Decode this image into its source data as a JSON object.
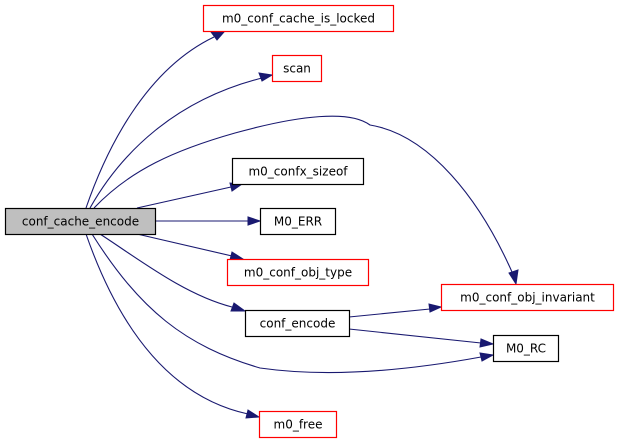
{
  "graph": {
    "type": "call-graph",
    "root": "conf_cache_encode",
    "colors": {
      "edge": "#191970",
      "root_fill": "#bfbfbf",
      "root_border": "#000000",
      "documented_border": "#000000",
      "undocumented_border": "#ff0000",
      "node_fill": "#ffffff"
    },
    "nodes": [
      {
        "id": "conf_cache_encode",
        "label": "conf_cache_encode",
        "style": "root"
      },
      {
        "id": "m0_conf_cache_is_locked",
        "label": "m0_conf_cache_is_locked",
        "style": "red"
      },
      {
        "id": "scan",
        "label": "scan",
        "style": "red"
      },
      {
        "id": "m0_confx_sizeof",
        "label": "m0_confx_sizeof",
        "style": "black"
      },
      {
        "id": "M0_ERR",
        "label": "M0_ERR",
        "style": "black"
      },
      {
        "id": "m0_conf_obj_type",
        "label": "m0_conf_obj_type",
        "style": "red"
      },
      {
        "id": "m0_conf_obj_invariant",
        "label": "m0_conf_obj_invariant",
        "style": "red"
      },
      {
        "id": "conf_encode",
        "label": "conf_encode",
        "style": "black"
      },
      {
        "id": "M0_RC",
        "label": "M0_RC",
        "style": "black"
      },
      {
        "id": "m0_free",
        "label": "m0_free",
        "style": "red"
      }
    ],
    "edges": [
      {
        "from": "conf_cache_encode",
        "to": "m0_conf_cache_is_locked"
      },
      {
        "from": "conf_cache_encode",
        "to": "scan"
      },
      {
        "from": "conf_cache_encode",
        "to": "m0_conf_obj_invariant"
      },
      {
        "from": "conf_cache_encode",
        "to": "m0_confx_sizeof"
      },
      {
        "from": "conf_cache_encode",
        "to": "M0_ERR"
      },
      {
        "from": "conf_cache_encode",
        "to": "m0_conf_obj_type"
      },
      {
        "from": "conf_cache_encode",
        "to": "conf_encode"
      },
      {
        "from": "conf_cache_encode",
        "to": "M0_RC"
      },
      {
        "from": "conf_cache_encode",
        "to": "m0_free"
      },
      {
        "from": "conf_encode",
        "to": "m0_conf_obj_invariant"
      },
      {
        "from": "conf_encode",
        "to": "M0_RC"
      }
    ]
  }
}
